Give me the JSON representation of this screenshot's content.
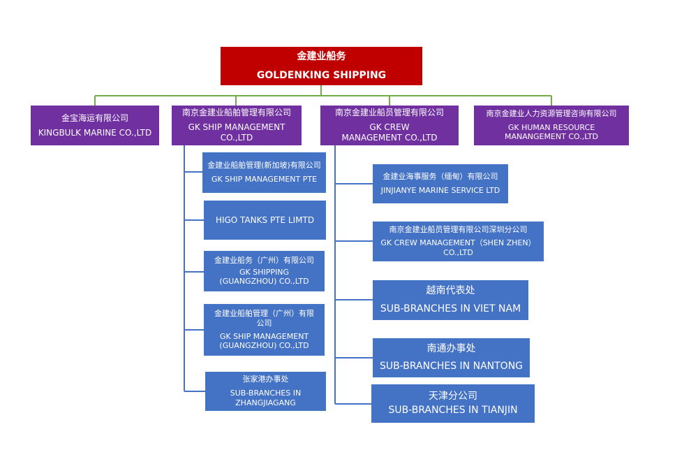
{
  "root": {
    "zh": "金建业船务",
    "en": "GOLDENKING SHIPPING"
  },
  "level1": [
    {
      "zh": "金宝海运有限公司",
      "en": "KINGBULK MARINE CO.,LTD"
    },
    {
      "zh": "南京金建业船舶管理有限公司",
      "en": "GK SHIP MANAGEMENT CO.,LTD"
    },
    {
      "zh": "南京金建业船员管理有限公司",
      "en": "GK CREW MANAGEMENT CO.,LTD"
    },
    {
      "zh": "南京金建业人力资源管理咨询有限公司",
      "en": "GK HUMAN RESOURCE MANANGEMENT CO.,LTD"
    }
  ],
  "ship_branches": [
    {
      "zh": "金建业船舶管理(新加坡)有限公司",
      "en": "GK SHIP MANAGEMENT PTE"
    },
    {
      "zh": "",
      "en": "HIGO TANKS PTE LIMTD"
    },
    {
      "zh": "金建业船务（广州）有限公司",
      "en": "GK SHIPPING (GUANGZHOU) CO.,LTD"
    },
    {
      "zh": "金建业船舶管理（广州）有限公司",
      "en": "GK SHIP MANAGEMENT (GUANGZHOU) CO.,LTD"
    },
    {
      "zh": "张家港办事处",
      "en": "SUB-BRANCHES IN ZHANGJIAGANG"
    }
  ],
  "crew_branches": [
    {
      "zh": "金建业海事服务（缅甸）有限公司",
      "en": "JINJIANYE MARINE SERVICE LTD"
    },
    {
      "zh": "南京金建业船员管理有限公司深圳分公司",
      "en": "GK CREW MANAGEMENT（SHEN ZHEN）CO.,LTD"
    },
    {
      "zh": "越南代表处",
      "en": "SUB-BRANCHES IN VIET NAM"
    },
    {
      "zh": "南通办事处",
      "en": "SUB-BRANCHES IN NANTONG"
    },
    {
      "zh": "天津分公司",
      "en": "SUB-BRANCHES IN TIANJIN"
    }
  ],
  "colors": {
    "root": "#c00000",
    "level1": "#7030a0",
    "branch": "#4472c4",
    "connector_top": "#70ad47",
    "connector_branch": "#4472c4"
  }
}
